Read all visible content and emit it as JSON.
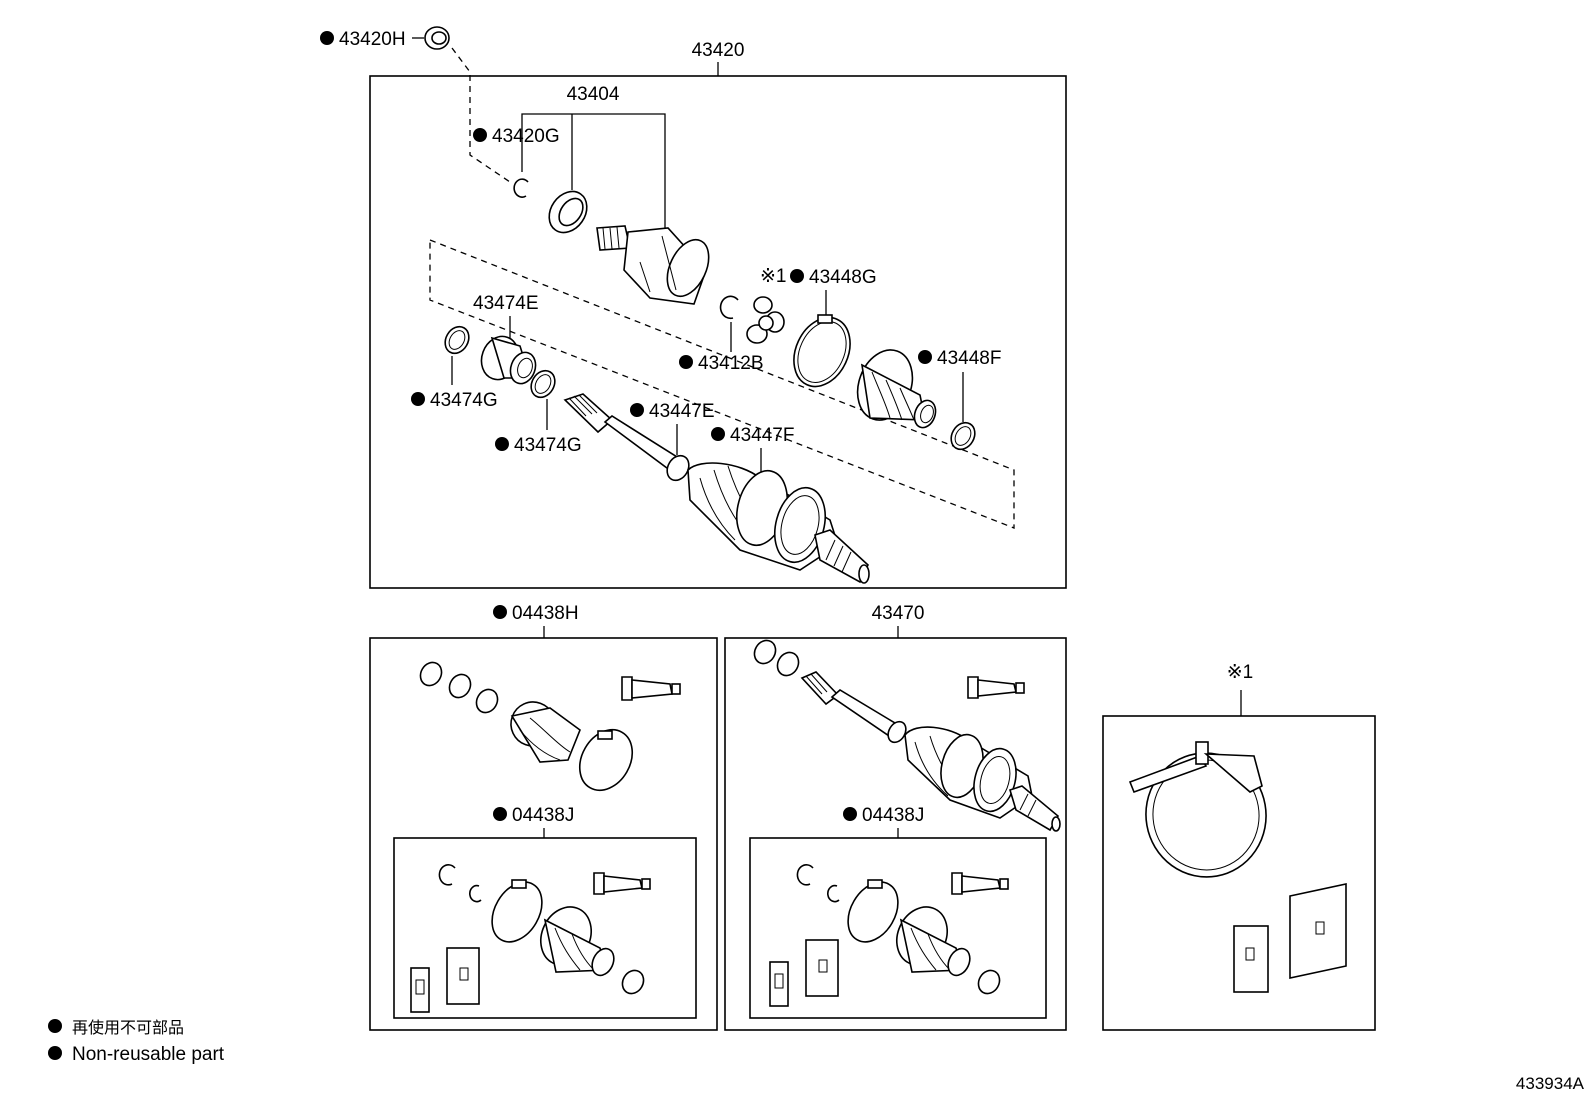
{
  "callouts": {
    "c43420H": "43420H",
    "c43420": "43420",
    "c43404": "43404",
    "c43420G": "43420G",
    "c43448G": "43448G",
    "c43474E": "43474E",
    "c43412B": "43412B",
    "c43448F": "43448F",
    "c43474G_a": "43474G",
    "c43447E": "43447E",
    "c43474G_b": "43474G",
    "c43447F": "43447F",
    "c04438H": "04438H",
    "c43470": "43470",
    "c04438J_a": "04438J",
    "c04438J_b": "04438J",
    "note_mark_a": "※1",
    "note_mark_b": "※1"
  },
  "legend": {
    "line1": "再使用不可部品",
    "line2": "Non-reusable part"
  },
  "diagram_id": "433934A"
}
